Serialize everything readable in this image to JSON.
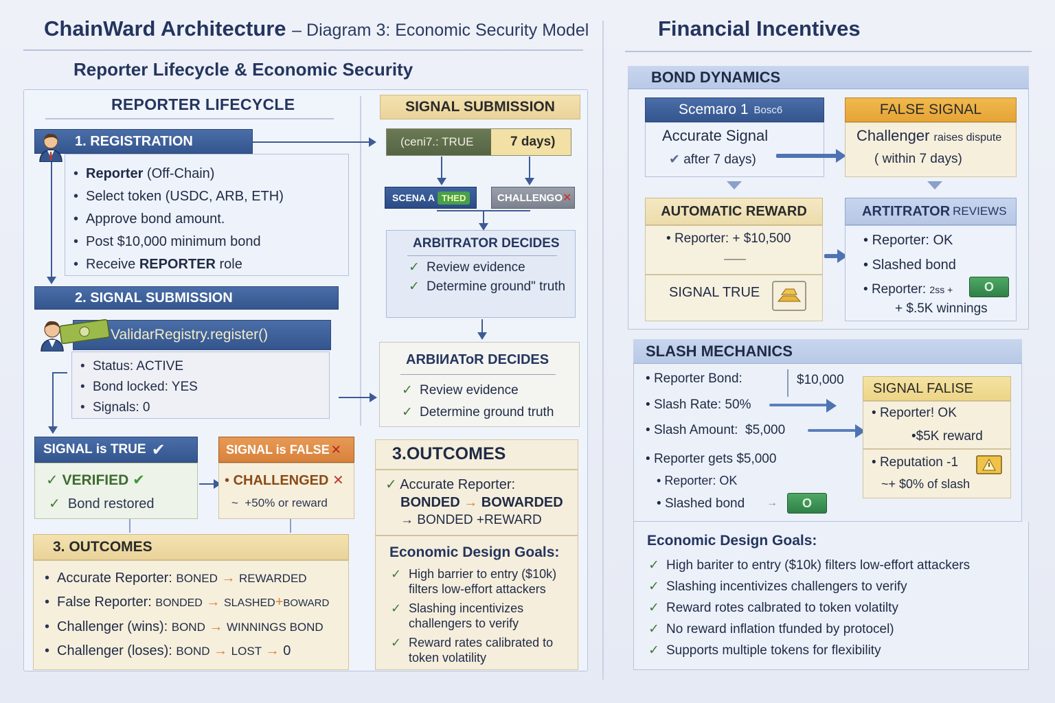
{
  "title": {
    "main": "ChainWard Architecture",
    "sub": "– Diagram 3: Economic Security Model",
    "right": "Financial Incentives"
  },
  "subtitle": "Reporter Lifecycle & Economic Security",
  "lifecycle": {
    "header": "REPORTER LIFECYCLE",
    "registration": {
      "title": "1.  REGISTRATION",
      "items": {
        "reporter_bold": "Reporter",
        "reporter_rest": " (Off-Chain)",
        "select": "Select token (USDC, ARB, ETH)",
        "approve": "Approve bond amount.",
        "post": "Post $10,000 minimum bond",
        "receive_pre": "Receive ",
        "receive_bold": "REPORTER",
        "receive_post": " role"
      }
    },
    "submission": {
      "title": "2.  SIGNAL SUBMISSION",
      "call": "ValidarRegistry.register()",
      "status": "Status: ACTIVE",
      "bond": "Bond locked: YES",
      "signals": "Signals: 0"
    },
    "signal_true": {
      "header": "SIGNAL is TRUE",
      "verified": "VERIFIED",
      "restored": "Bond restored"
    },
    "signal_false": {
      "header": "SIGNAL is FALSE",
      "challenged": "CHALLENGED",
      "reward": "+50% or reward"
    },
    "outcomes": {
      "title": "3. OUTCOMES",
      "accurate_label": "Accurate Reporter:",
      "accurate_val": "BONED",
      "accurate_to": "REWARDED",
      "false_label": "False Reporter:",
      "false_val": "BONDED",
      "false_to": "SLASHED",
      "false_extra": "BOWARD",
      "chwin_label": "Challenger (wins):",
      "chwin_val": "BOND",
      "chwin_to": "WINNINGS BOND",
      "chlose_label": "Challenger (loses):",
      "chlose_val": "BOND",
      "chlose_to": "LOST",
      "chlose_end": "0"
    }
  },
  "middle": {
    "signal_header": "SIGNAL SUBMISSION",
    "pill_left": "(ceni7.: TRUE",
    "pill_right": "7 days)",
    "scena": "SCENA A",
    "scena_tag": "THED",
    "challeng": "CHALLENGO",
    "arb1": {
      "title": "ARBITRATOR DECIDES",
      "review": "Review evidence",
      "determine": "Determine ground\" truth"
    },
    "arb2": {
      "title": "ARBIИAToR DECIDES",
      "review": "Review evidence",
      "determine": "Determine ground truth"
    },
    "outcomes": {
      "title": "3.OUTCOMES",
      "accurate": "Accurate Reporter:",
      "line1a": "BONDED",
      "line1b": "BOWARDED",
      "line2": "BONDED +REWARD"
    },
    "goals": {
      "title": "Economic Design Goals:",
      "g1": "High barrier to entry ($10k) filters low-effort attackers",
      "g2": "Slashing incentivizes challengers to verify",
      "g3": "Reward rates calibrated to token volatility"
    }
  },
  "right": {
    "bond_header": "BOND DYNAMICS",
    "scenario": {
      "head_a": "Scemaro 1",
      "head_b": "Bosc6",
      "line1": "Accurate Signal",
      "line2": "after 7 days)"
    },
    "false_signal": {
      "head": "FALSE SIGNAL",
      "line1a": "Challenger",
      "line1b": "raises dispute",
      "line2": "( within 7 days)"
    },
    "auto_reward": {
      "head": "AUTOMATIC REWARD",
      "line1": "Reporter:  + $10,500",
      "sep": "——",
      "foot": "SIGNAL TRUE"
    },
    "arbitrator": {
      "head_a": "ARTITRATOR",
      "head_b": "REVIEWS",
      "line1a": "Reporter:",
      "line1b": "OK",
      "line2": "Slashed bond",
      "line3a": "Reporter:",
      "line3b": "2ss +",
      "line4": "+ $.5K winnings",
      "coin": "O"
    },
    "slash_header": "SLASH MECHANICS",
    "slash": {
      "bond_label": "Reporter Bond:",
      "bond_val": "$10,000",
      "rate": "Slash Rate:  50%",
      "amount_label": "Slash Amount:",
      "amount_val": "$5,000",
      "gets": "Reporter gets $5,000",
      "ok": "Reporter: OK",
      "slashed": "Slashed bond",
      "coin": "O"
    },
    "signal_false": {
      "head": "SIGNAL FALISE",
      "line1": "Reporter! OK",
      "line2": "•$5K reward",
      "line3": "Reputation -1",
      "line4": "~+ $0% of slash"
    },
    "goals": {
      "title": "Economic Design Goals:",
      "g1": "High bariter to entry ($10k)  filters low-effort attackers",
      "g2": "Slashing incentivizes challengers to verify",
      "g3": "Reward rotes calbrated to token volatilty",
      "g4": "No reward inflation tfunded by protocel)",
      "g5": "Supports multiple  tokens for flexibility"
    }
  }
}
